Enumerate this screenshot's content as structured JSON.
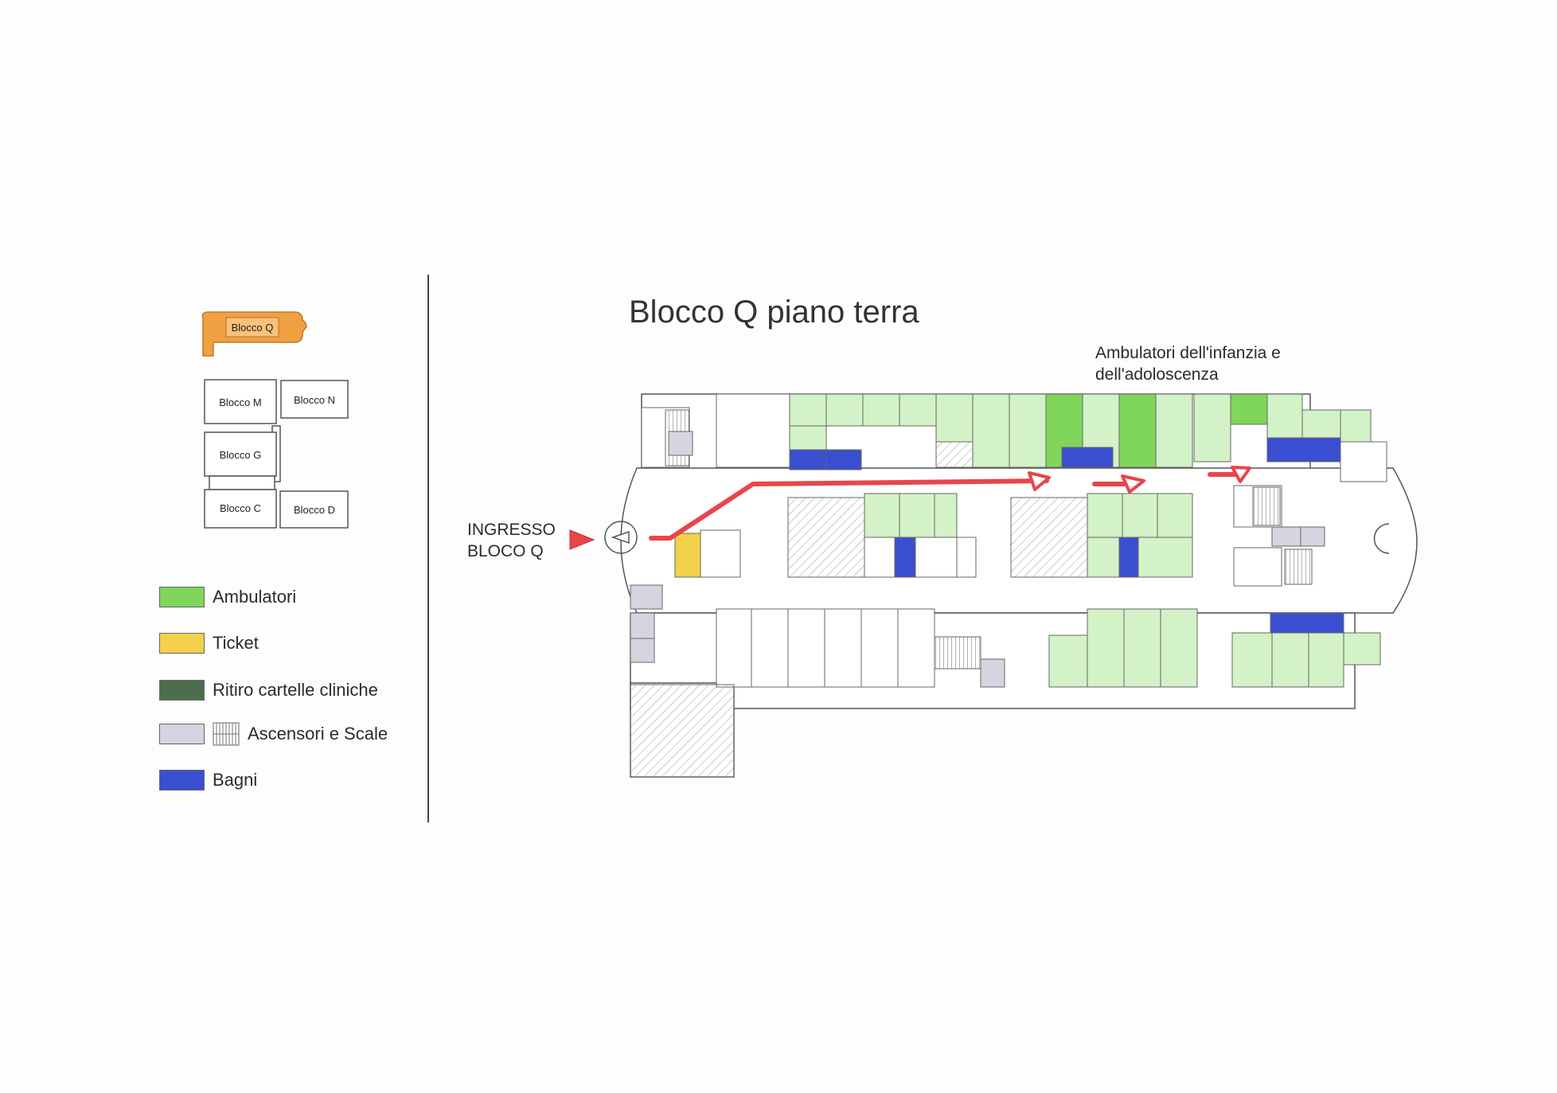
{
  "title": "Blocco Q piano terra",
  "annotation": {
    "line1": "Ambulatori dell'infanzia e",
    "line2": "dell'adoloscenza"
  },
  "entrance": {
    "line1": "INGRESSO",
    "line2": "BLOCO Q"
  },
  "key_map": {
    "blocks": {
      "q": "Blocco Q",
      "m": "Blocco M",
      "n": "Blocco N",
      "g": "Blocco G",
      "c": "Blocco C",
      "d": "Blocco D"
    },
    "highlight_color": "#f0a040"
  },
  "legend": {
    "ambulatori": {
      "label": "Ambulatori",
      "color": "#7fd65a"
    },
    "ticket": {
      "label": "Ticket",
      "color": "#f3d14a"
    },
    "ritiro": {
      "label": "Ritiro cartelle cliniche",
      "color": "#4e6d4c"
    },
    "ascensori": {
      "label": "Ascensori e Scale",
      "color": "#d6d4e0"
    },
    "bagni": {
      "label": "Bagni",
      "color": "#3a4fcf"
    }
  },
  "colors": {
    "ambulatori_light": "#d3f2c7",
    "ambulatori_dark": "#7fd65a",
    "route": "#e8454b",
    "entrance_marker": "#e8454b",
    "hatched": "#9a9a9a"
  },
  "icons": {
    "route_arrow": "hollow-triangle-arrow",
    "entrance_marker": "red-triangle",
    "stairs": "stair-grid-icon",
    "door": "revolving-door-icon"
  }
}
